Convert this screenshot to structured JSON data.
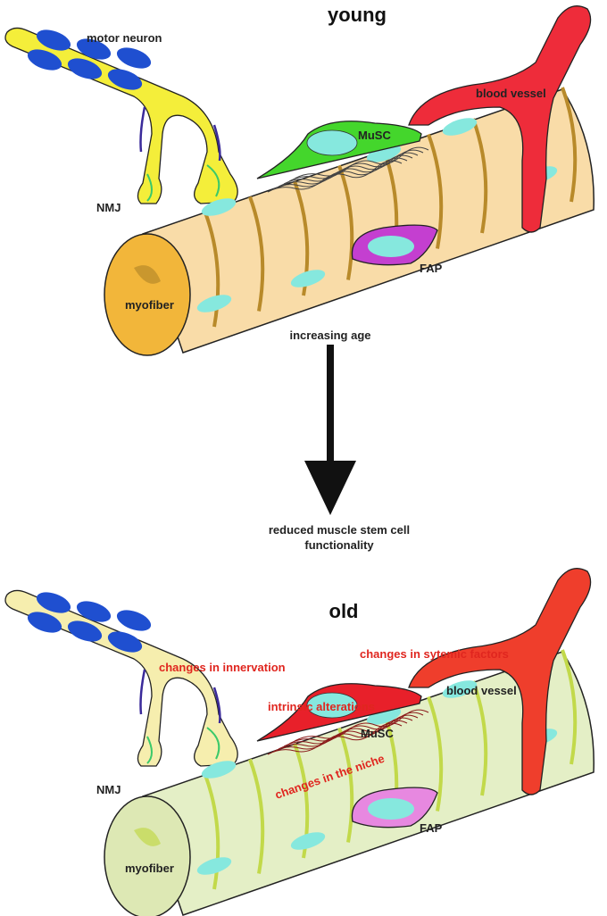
{
  "young": {
    "title": "young",
    "labels": {
      "motor_neuron": "motor neuron",
      "nmj": "NMJ",
      "musc": "MuSC",
      "blood_vessel": "blood vessel",
      "fap": "FAP",
      "myofiber": "myofiber"
    }
  },
  "transition": {
    "arrow_label": "increasing age",
    "result_line1": "reduced muscle stem cell",
    "result_line2": "functionality"
  },
  "old": {
    "title": "old",
    "labels": {
      "nmj": "NMJ",
      "musc": "MuSC",
      "blood_vessel": "blood vessel",
      "fap": "FAP",
      "myofiber": "myofiber"
    },
    "changes": {
      "innervation": "changes in innervation",
      "systemic": "changes in sytemic factors",
      "intrinsic": "intrinsic alterations",
      "niche": "changes in the niche"
    }
  },
  "colors": {
    "young_fiber": "#f9dca8",
    "young_fiber_end": "#f2b63a",
    "young_striation": "#b88a2a",
    "young_musc": "#44d62c",
    "young_fap": "#c43fd0",
    "young_vessel": "#ee2c3a",
    "young_neuron": "#f4ee3a",
    "old_fiber": "#e4efc6",
    "old_fiber_end": "#dde8b4",
    "old_striation": "#c2d94a",
    "old_musc": "#e8202a",
    "old_fap": "#e788e0",
    "old_vessel": "#ef3e2c",
    "old_neuron": "#f6eeae",
    "nucleus": "#86e8de",
    "axon_marker": "#1f4fd0",
    "change_text": "#e0261f"
  }
}
